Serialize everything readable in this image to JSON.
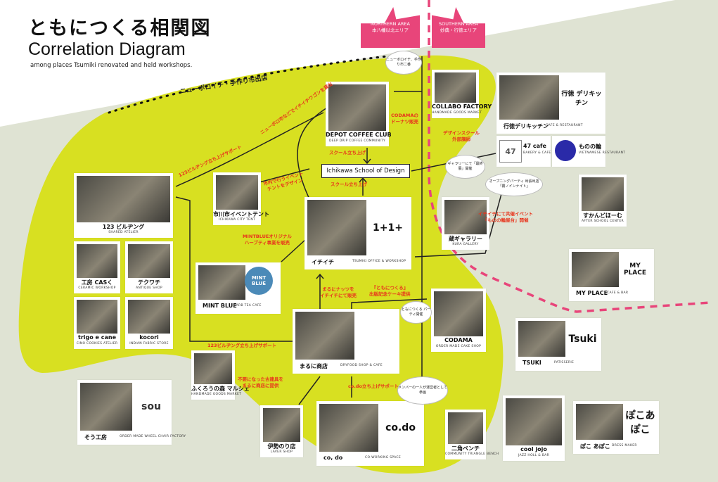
{
  "header": {
    "title_jp": "ともにつくる相関図",
    "title_en": "Correlation Diagram",
    "subtitle": "among places Tsumiki renovated and held workshops."
  },
  "areas": {
    "north": {
      "en": "NORTHERN AREA",
      "jp": "本八幡以北エリア"
    },
    "south": {
      "en": "SOUTHERN AREA",
      "jp": "妙典・行徳エリア"
    }
  },
  "colors": {
    "green": "#d8e021",
    "pink": "#e8457a",
    "red": "#e8341c",
    "bg": "#dfe3d3"
  },
  "banner": "Ichikawa School of Design",
  "market_line": "ニューボロイチ・手作り市出店",
  "places": [
    {
      "name": "DEPOT COFFEE CLUB",
      "sub": "DEEP DRIP COFFEE COMMUNITY"
    },
    {
      "name": "COLLABO FACTORY",
      "sub": "HANDMADE GOODS MARKET"
    },
    {
      "name": "行徳デリキッチン",
      "sub": "CAFE & RESTAURANT",
      "logo": "行徳 デリキッチン"
    },
    {
      "name": "47 cafe",
      "sub": "BAKERY & CAFE",
      "logo": "47"
    },
    {
      "name": "ものの輪",
      "sub": "VIETNAMESE RESTAURANT"
    },
    {
      "name": "市川市イベントテント",
      "sub": "ICHIKAWA CITY TENT"
    },
    {
      "name": "123 ビルヂング",
      "sub": "SHARED ATELIER"
    },
    {
      "name": "イチイチ",
      "sub": "TSUMIKI OFFICE & WORKSHOP",
      "logo": "1+1+"
    },
    {
      "name": "工房 CASく",
      "sub": "CERAMIC WORKSHOP"
    },
    {
      "name": "テクワチ",
      "sub": "ANTIQUE SHOP"
    },
    {
      "name": "trigo e cane",
      "sub": "CINO COOKIES ATELIER"
    },
    {
      "name": "kocori",
      "sub": "INDIAN FABRIC STORE"
    },
    {
      "name": "MINT BLUE",
      "sub": "HARB TEA CAFE",
      "logo": "MINT BLUE"
    },
    {
      "name": "まるに商店",
      "sub": "DRYFOOD SHOP & CAFE"
    },
    {
      "name": "CODAMA",
      "sub": "ORDER MADE CAKE SHOP"
    },
    {
      "name": "蔵ギャラリー",
      "sub": "KURA GALLERY"
    },
    {
      "name": "すかんどほーむ",
      "sub": "AFTER SCHOOL CENTER"
    },
    {
      "name": "MY PLACE",
      "sub": "CAFE & BAR",
      "logo": "MY PLACE"
    },
    {
      "name": "TSUKI",
      "sub": "PATISSERIE",
      "logo": "Tsuki"
    },
    {
      "name": "そう工房",
      "sub": "ORDER MADE WHEEL CHAIR FACTORY",
      "logo": "sou"
    },
    {
      "name": "ふくろうの森 マルシェ",
      "sub": "HANDMADE GOODS MARKET"
    },
    {
      "name": "伊勢のり店",
      "sub": "LAVER SHOP"
    },
    {
      "name": "co, do",
      "sub": "CO-WORKING SPACE",
      "logo": "co.do"
    },
    {
      "name": "二角ベンチ",
      "sub": "COMMUNITY TRIANGLE BENCH"
    },
    {
      "name": "cool jojo",
      "sub": "JAZZ HOLL & BAR"
    },
    {
      "name": "ぽこ あぽこ",
      "sub": "DRESS MAKER",
      "logo": "ぽこあぽこ"
    }
  ],
  "notes": [
    "ニューボロ市などでイチイチワゴンを貸出",
    "CODAMAの ドーナツ販売",
    "123ビルヂング立ち上げサポート",
    "スクール立ち上げ",
    "市内で行うイベント テントをデザイン",
    "スクール立ち上げ",
    "デザインスクール 外部講師",
    "MINTBLUEオリジナル ハーブティ事業を販売",
    "まるにナッツを イチイチにて販売",
    "『ともにつくる』 出版記念ケーキ提供",
    "123ビルヂング立ち上げサポート",
    "イチイチにて共催イベント 「ものの輪屋台」開催",
    "不要になった古建具を まるに商店に提供",
    "co.do立ち上げサポート"
  ],
  "bubbles": [
    "ニューボロイチ、手作り市二番",
    "オープニングパーティ 出張出店「霧ノインナイト」",
    "ギャラリーにて「最終展」開催",
    "ともにつくる パーティ開催",
    "メンバーの一人が運営者として参画"
  ]
}
